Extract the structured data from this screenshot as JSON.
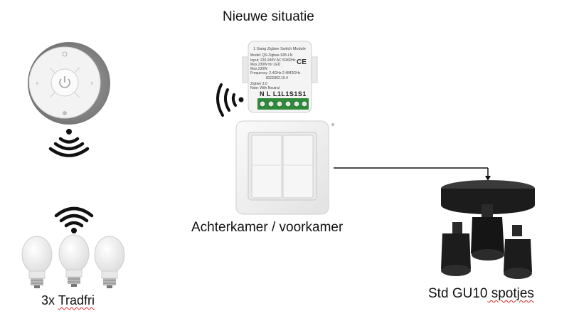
{
  "title": "Nieuwe situatie",
  "module": {
    "heading": "1 Gang Zigbee Switch Module",
    "model": "Model: QS-Zigbee-S05-LN",
    "input": "Input: 220-240V AC 50/60Hz",
    "max_load": "Max.230W for LED",
    "max_load2": "Max.230W",
    "frequency": "Frequency: 2.4GHz-2.4842GHz",
    "ieee": "IEEE802.15.4",
    "zigbee": "Zigbee 3.0",
    "note": "Note: With Neutral",
    "ce": "CE",
    "terminals": "N L L1L1S1S1"
  },
  "labels": {
    "switch": "Achterkamer / voorkamer",
    "bulbs_prefix": "3x ",
    "bulbs_name": "Tradfri",
    "spots_prefix": "Std ",
    "spots_name": "GU10",
    "spots_suffix": " spotjes"
  },
  "icons": {
    "remote": "tradfri-remote-icon",
    "wifi": "wireless-signal-icon",
    "bulb": "led-bulb-icon",
    "switch": "double-wall-switch-icon",
    "lamp": "three-spot-ceiling-lamp-icon"
  },
  "colors": {
    "remote_ring": "#8a8a8a",
    "remote_face": "#f2f2f2",
    "lamp": "#1c1c1c",
    "terminal_green": "#2e8b3a",
    "spellcheck": "#dd2222"
  }
}
